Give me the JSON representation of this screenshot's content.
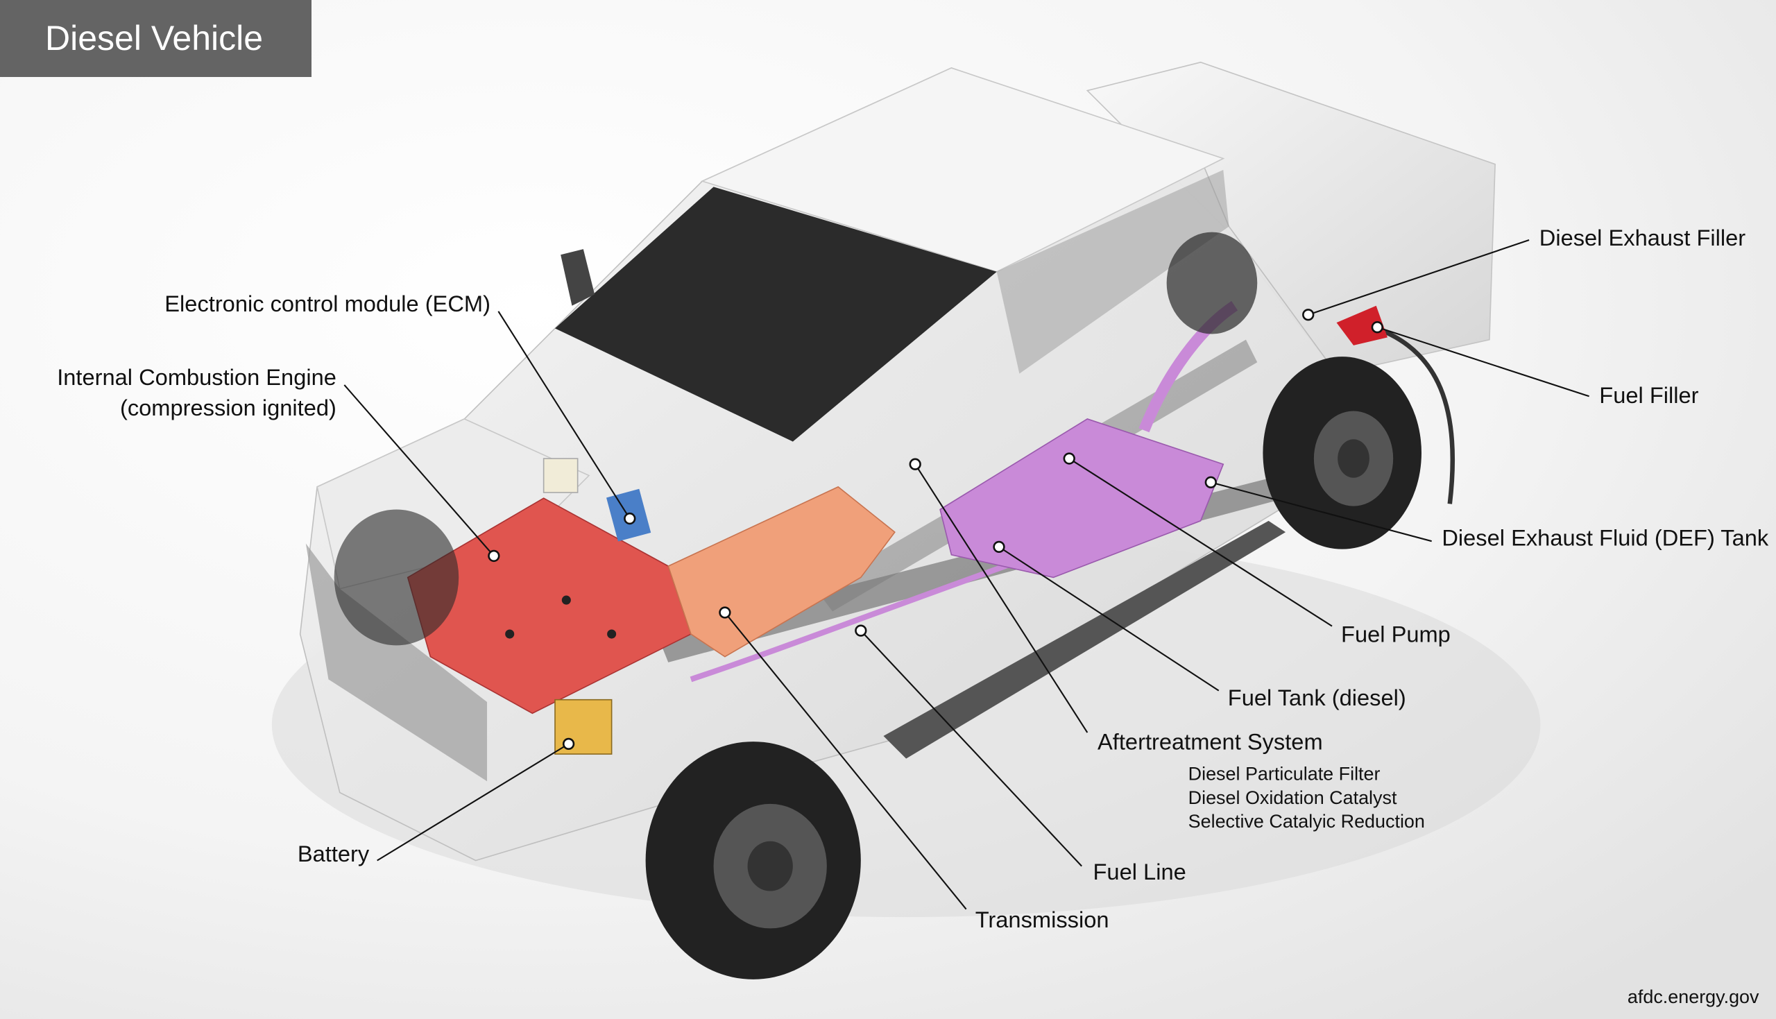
{
  "title": "Diesel Vehicle",
  "credit": "afdc.energy.gov",
  "colors": {
    "title_bg": "#646464",
    "engine": "#e0554f",
    "transmission": "#f0a07a",
    "fuel_tank": "#c98ad8",
    "fuel_nozzle": "#d0202a",
    "battery": "#e8b84a",
    "ecm": "#4a7fc8"
  },
  "labels": {
    "ecm": "Electronic control module (ECM)",
    "engine_line1": "Internal Combustion Engine",
    "engine_line2": "(compression ignited)",
    "battery": "Battery",
    "transmission": "Transmission",
    "fuel_line": "Fuel Line",
    "aftertreatment": "Aftertreatment System",
    "aftertreatment_items": [
      "Diesel Particulate Filter",
      "Diesel Oxidation Catalyst",
      "Selective Catalyic Reduction"
    ],
    "fuel_tank": "Fuel Tank (diesel)",
    "fuel_pump": "Fuel Pump",
    "def_tank": "Diesel Exhaust Fluid (DEF) Tank",
    "fuel_filler": "Fuel Filler",
    "diesel_exhaust_filler": "Diesel Exhaust Filler"
  }
}
